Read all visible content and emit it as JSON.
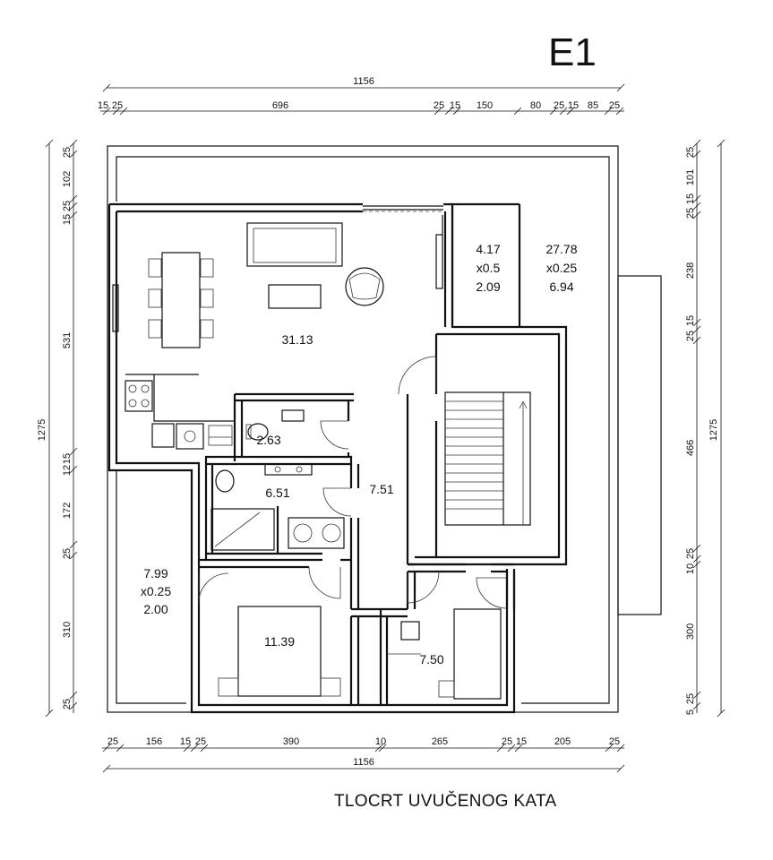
{
  "title": "E1",
  "caption": "TLOCRT UVUČENOG KATA",
  "dimensions": {
    "top_total": "1156",
    "top": [
      "15",
      "25",
      "696",
      "25",
      "15",
      "150",
      "80",
      "25",
      "15",
      "85",
      "25"
    ],
    "bottom": [
      "25",
      "156",
      "15",
      "25",
      "390",
      "10",
      "265",
      "25",
      "15",
      "205",
      "25"
    ],
    "bottom_total": "1156",
    "left_total": "1275",
    "left": [
      "25",
      "102",
      "25",
      "15",
      "531",
      "15",
      "12",
      "172",
      "25",
      "310",
      "25"
    ],
    "right_total": "1275",
    "right": [
      "25",
      "101",
      "15",
      "25",
      "238",
      "15",
      "25",
      "466",
      "25",
      "10",
      "300",
      "25",
      "5"
    ]
  },
  "rooms": {
    "living": "31.13",
    "terrace_small": [
      "4.17",
      "x0.5",
      "2.09"
    ],
    "terrace_large": [
      "27.78",
      "x0.25",
      "6.94"
    ],
    "toilet": "2.63",
    "bathroom": "6.51",
    "hall": "7.51",
    "balcony": [
      "7.99",
      "x0.25",
      "2.00"
    ],
    "bedroom_main": "11.39",
    "bedroom_small": "7.50"
  }
}
